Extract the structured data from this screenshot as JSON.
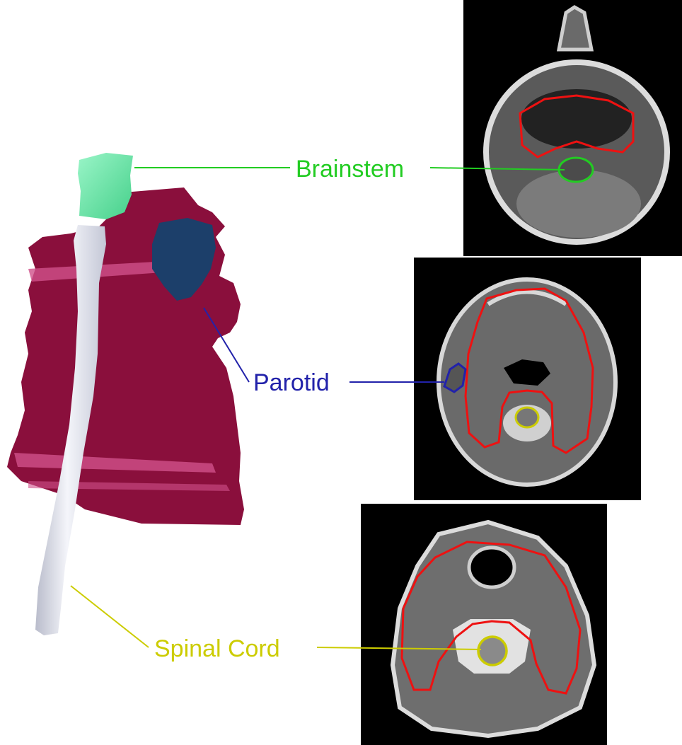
{
  "labels": {
    "brainstem": "Brainstem",
    "parotid": "Parotid",
    "spinal_cord": "Spinal Cord"
  },
  "colors": {
    "brainstem": "#22cc22",
    "parotid": "#2222aa",
    "spinal_cord": "#cccc00",
    "target_contour": "#ee1111",
    "tissue_3d": "#8a0f3c",
    "brainstem_3d": "#66eeaa",
    "parotid_3d": "#1c3f6a",
    "cord_3d": "#e6e8f2"
  }
}
